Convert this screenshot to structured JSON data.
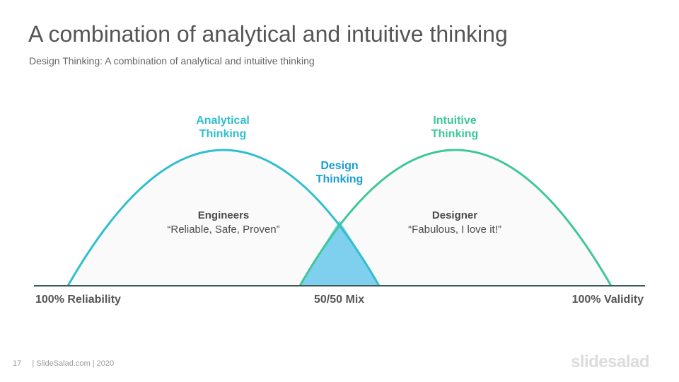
{
  "slide": {
    "title": "A combination of analytical and intuitive thinking",
    "subtitle": "Design Thinking: A combination of analytical and intuitive thinking"
  },
  "diagram": {
    "left_curve": {
      "label_line1": "Analytical",
      "label_line2": "Thinking",
      "heading": "Engineers",
      "quote": "“Reliable, Safe, Proven”",
      "color": "#2fbfcf"
    },
    "right_curve": {
      "label_line1": "Intuitive",
      "label_line2": "Thinking",
      "heading": "Designer",
      "quote": "“Fabulous, I love it!”",
      "color": "#3fc79a"
    },
    "overlap": {
      "label_line1": "Design",
      "label_line2": "Thinking",
      "color": "#1a9fd0",
      "fill": "#7fd0ef"
    },
    "axis": {
      "left_label": "100% Reliability",
      "center_label": "50/50 Mix",
      "right_label": "100% Validity"
    }
  },
  "footer": {
    "page_number": "17",
    "credit": "| SlideSalad.com | 2020",
    "brand": "slidesalad"
  }
}
